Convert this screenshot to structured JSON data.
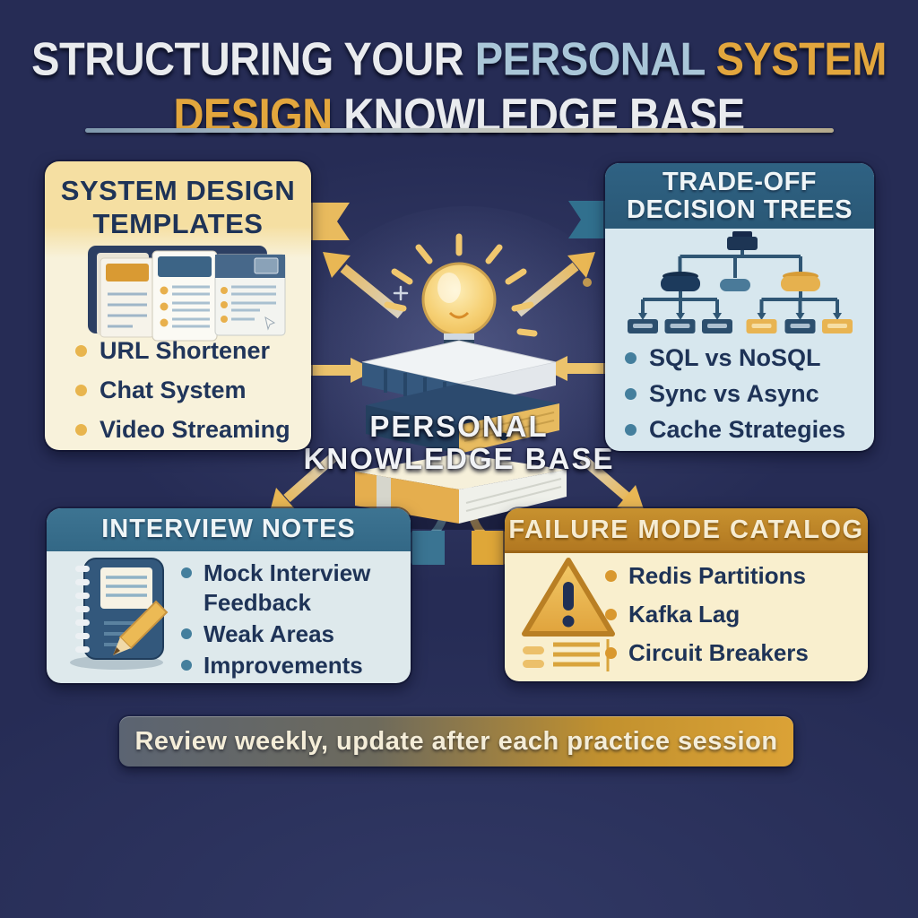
{
  "title": {
    "l1a": "STRUCTURING YOUR ",
    "l1b": "PERSONAL",
    "l1c": " SYSTEM",
    "l2a": "DESIGN",
    "l2b": " KNOWLEDGE BASE"
  },
  "center": {
    "line1": "PERSONAL",
    "line2": "KNOWLEDGE BASE",
    "icon": "books-lightbulb-icon"
  },
  "boxes": {
    "templates": {
      "title": "SYSTEM DESIGN TEMPLATES",
      "icon": "template-cards-icon",
      "items": [
        "URL Shortener",
        "Chat System",
        "Video Streaming"
      ]
    },
    "tradeoffs": {
      "title": "TRADE-OFF DECISION TREES",
      "icon": "decision-tree-icon",
      "items": [
        "SQL vs NoSQL",
        "Sync vs Async",
        "Cache Strategies"
      ]
    },
    "interview": {
      "title": "INTERVIEW NOTES",
      "icon": "notebook-pencil-icon",
      "items": [
        "Mock Interview Feedback",
        "Weak Areas",
        "Improvements"
      ]
    },
    "failures": {
      "title": "FAILURE MODE CATALOG",
      "icon": "warning-triangle-icon",
      "items": [
        "Redis Partitions",
        "Kafka Lag",
        "Circuit Breakers"
      ]
    }
  },
  "footer": {
    "text": "Review weekly, update after each practice session"
  },
  "colors": {
    "background": "#262c55",
    "gold_accent": "#e8b654",
    "steel_blue": "#3a7492",
    "navy_text": "#1e3357",
    "cream_panel": "#f8f2db",
    "light_blue_panel": "#d7e7ee",
    "header_blue": "#2d5f7e",
    "header_gold": "#c08b2a",
    "title_silver": "#e9ebee",
    "title_blue": "#a9c6d8",
    "title_gold": "#e2a63d"
  }
}
